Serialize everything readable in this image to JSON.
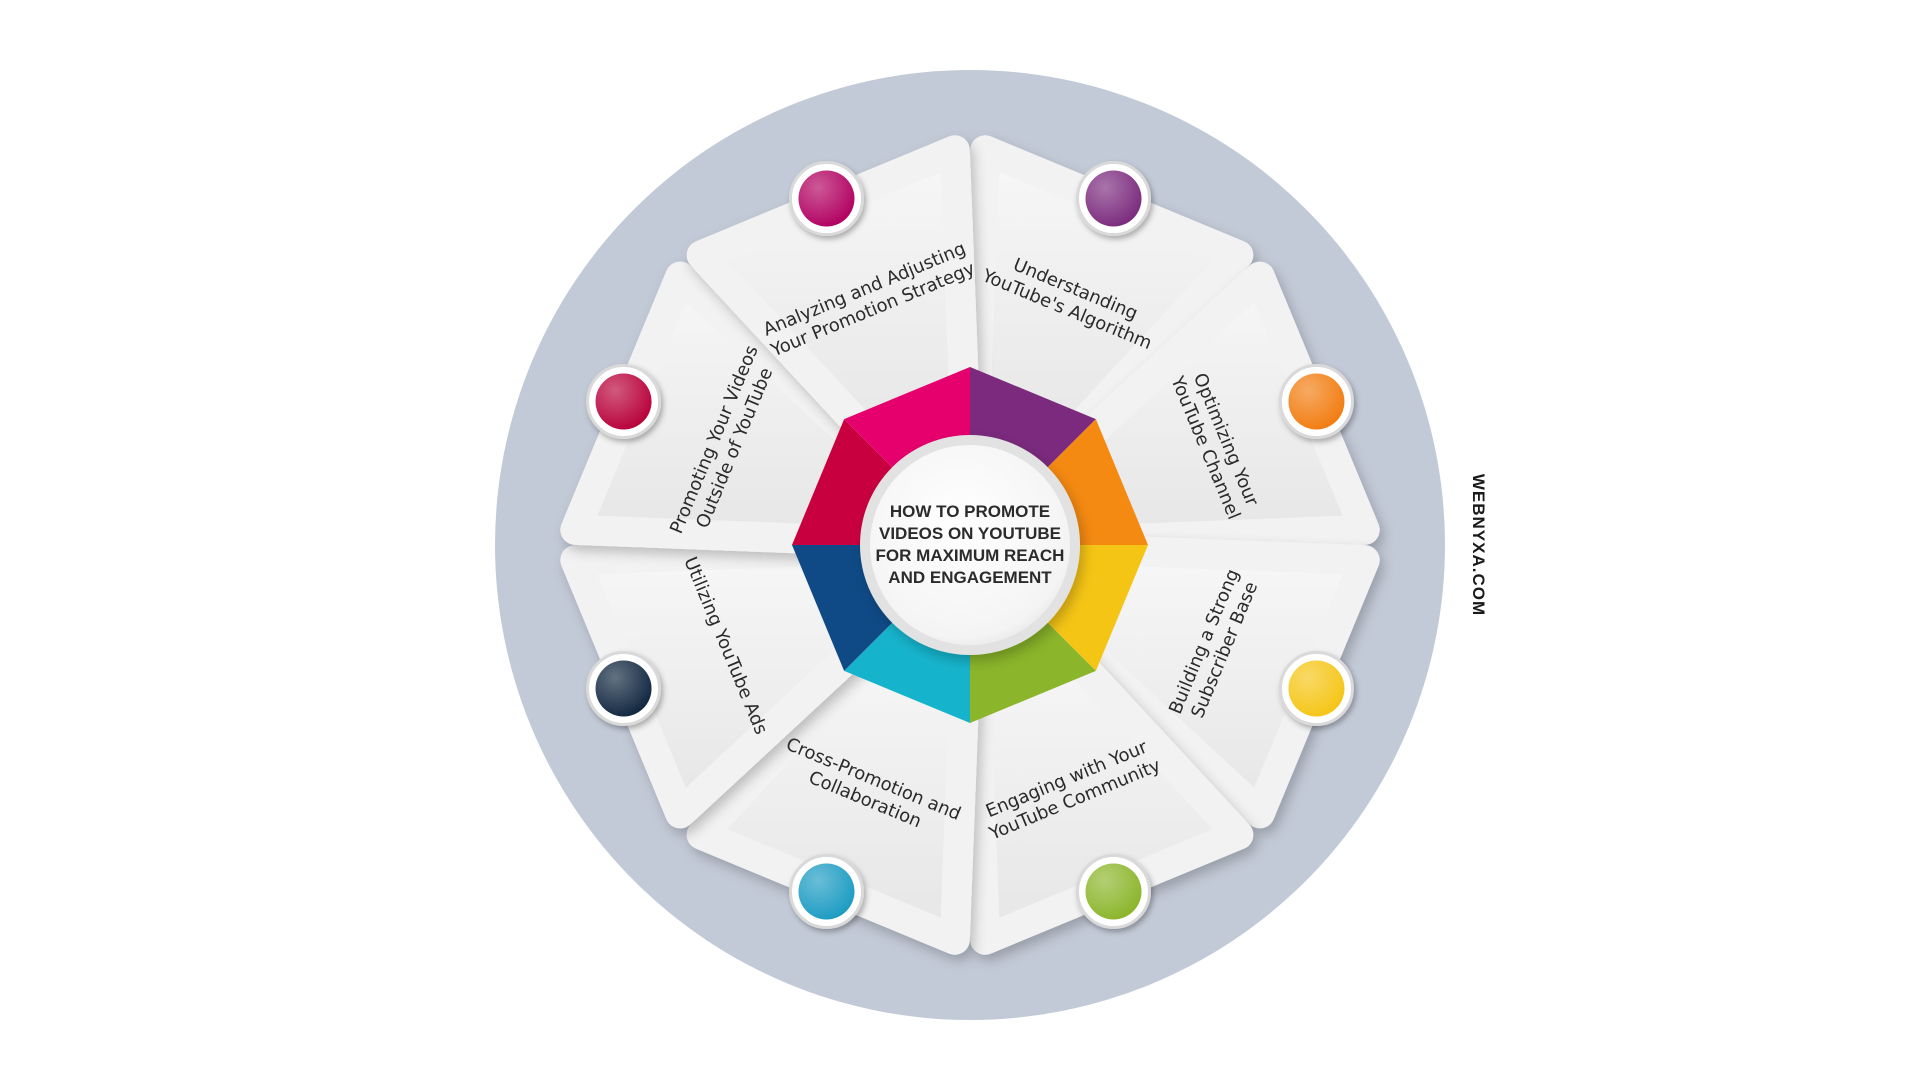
{
  "diagram": {
    "center_title": "HOW TO PROMOTE VIDEOS ON YOUTUBE FOR MAXIMUM REACH AND ENGAGEMENT",
    "watermark": "WEBNYXA.COM",
    "colors": {
      "outer_ring": "#c3cad7",
      "card": "#eeeeee",
      "hub": "#ffffff"
    },
    "steps": [
      {
        "label": "Understanding YouTube's Algorithm",
        "color": "#7b2a7d"
      },
      {
        "label": "Optimizing Your YouTube Channel",
        "color": "#f58a12"
      },
      {
        "label": "Building a Strong Subscriber Base",
        "color": "#f5c515"
      },
      {
        "label": "Engaging with Your YouTube Community",
        "color": "#8bb52a"
      },
      {
        "label": "Cross-Promotion and Collaboration",
        "color": "#16b4cc"
      },
      {
        "label": "Utilizing YouTube Ads",
        "color": "#0f4a86"
      },
      {
        "label": "Promoting Your Videos Outside of YouTube",
        "color": "#c9003f"
      },
      {
        "label": "Analyzing and Adjusting Your Promotion Strategy",
        "color": "#e5006d"
      }
    ],
    "dot_colors": [
      "#7b2a7d",
      "#f27c0f",
      "#f5c515",
      "#8bb52a",
      "#1b9bc2",
      "#10263f",
      "#b8003a",
      "#b10060"
    ]
  }
}
